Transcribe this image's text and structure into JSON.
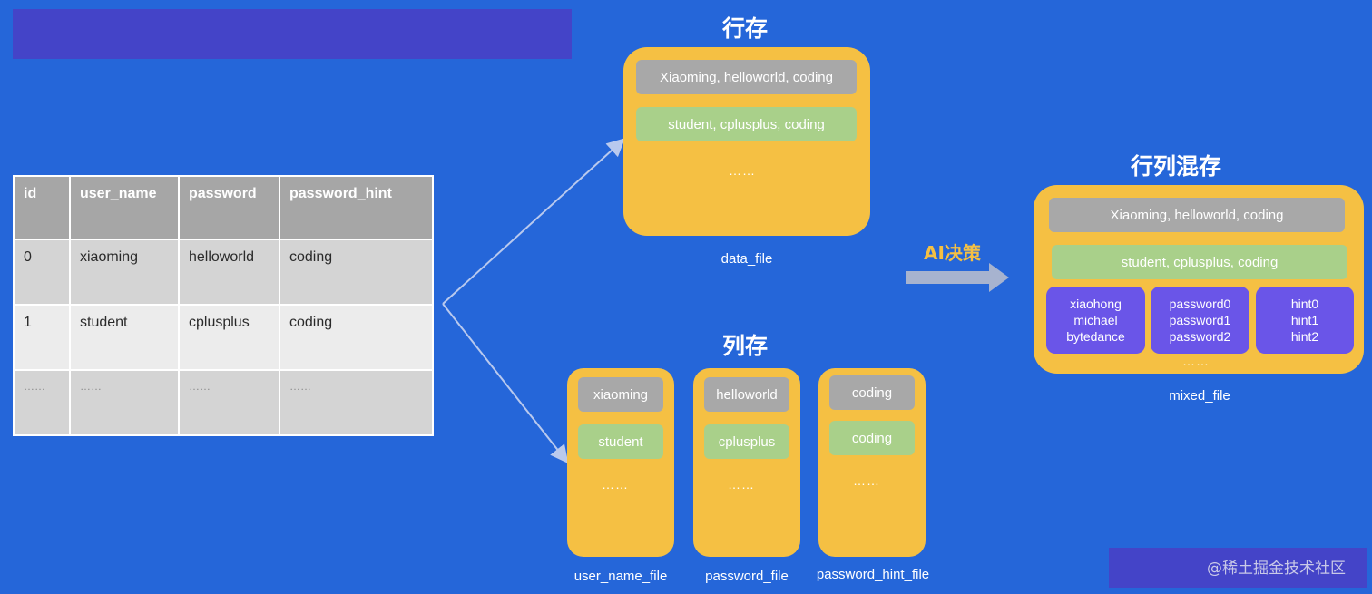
{
  "table": {
    "headers": [
      "id",
      "user_name",
      "password",
      "password_hint"
    ],
    "rows": [
      [
        "0",
        "xiaoming",
        "helloworld",
        "coding"
      ],
      [
        "1",
        "student",
        "cplusplus",
        "coding"
      ],
      [
        "……",
        "……",
        "……",
        "……"
      ]
    ]
  },
  "row_store": {
    "heading": "行存",
    "rows": [
      "Xiaoming, helloworld, coding",
      "student, cplusplus, coding"
    ],
    "ellipsis": "……",
    "file": "data_file"
  },
  "column_store": {
    "heading": "列存",
    "columns": [
      {
        "top": "xiaoming",
        "middle": "student",
        "ellipsis": "……",
        "file": "user_name_file"
      },
      {
        "top": "helloworld",
        "middle": "cplusplus",
        "ellipsis": "……",
        "file": "password_file"
      },
      {
        "top": "coding",
        "middle": "coding",
        "ellipsis": "……",
        "file": "password_hint_file"
      }
    ]
  },
  "ai": {
    "label": "AI决策"
  },
  "mixed_store": {
    "heading": "行列混存",
    "rows": [
      "Xiaoming, helloworld, coding",
      "student, cplusplus, coding"
    ],
    "groups": [
      {
        "line1": "xiaohong",
        "line2": "michael",
        "line3": "bytedance"
      },
      {
        "line1": "password0",
        "line2": "password1",
        "line3": "password2"
      },
      {
        "line1": "hint0",
        "line2": "hint1",
        "line3": "hint2"
      }
    ],
    "ellipsis": "……",
    "file": "mixed_file"
  },
  "watermark": "@稀土掘金技术社区",
  "colors": {
    "background": "#2566d9",
    "container": "#f5c043",
    "gray_cell": "#a8a8a8",
    "green_cell": "#a9d08a",
    "purple_cell": "#6a55e8",
    "accent_text": "#f5c043"
  }
}
